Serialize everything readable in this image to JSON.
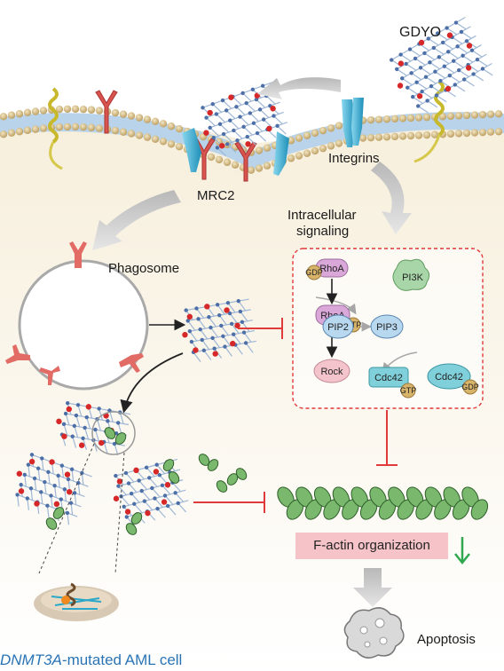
{
  "labels": {
    "gdyo": "GDYO",
    "integrins": "Integrins",
    "mrc2": "MRC2",
    "intracellular": "Intracellular",
    "signaling": "signaling",
    "phagosome": "Phagosome",
    "apoptosis": "Apoptosis",
    "factin": "F-actin organization",
    "cell_gene": "DNMT3A",
    "cell_rest": "-mutated AML cell"
  },
  "signaling_box": {
    "rhoa_top": "RhoA",
    "gdp_1": "GDP",
    "rhoa_mid": "RhoA",
    "gtp_1": "GTP",
    "rock": "Rock",
    "pi3k": "PI3K",
    "pip2": "PIP2",
    "pip3": "PIP3",
    "cdc42_left": "Cdc42",
    "gtp_2": "GTP",
    "cdc42_right": "Cdc42",
    "gdp_2": "GDP"
  },
  "colors": {
    "membrane_head": "#c9b07a",
    "membrane_band": "#b9d3ea",
    "cytoplasm": "#f6efe1",
    "receptor_blue": "#3fb0d3",
    "receptor_red": "#d9534f",
    "inhibit_red": "#e03a3a",
    "arrow_gray": "#c4c4c4",
    "rhoa_purple": "#d9a8d9",
    "pi3k_green": "#a9d6a9",
    "pip_blue": "#b8d8f0",
    "cdc42_cyan": "#7fd0da",
    "rock_pink": "#f4c4cc",
    "gdp_gold": "#d8b36a",
    "actin_green": "#79b86d",
    "down_arrow_green": "#2fa84f",
    "cell_label_blue": "#2a74b5"
  }
}
